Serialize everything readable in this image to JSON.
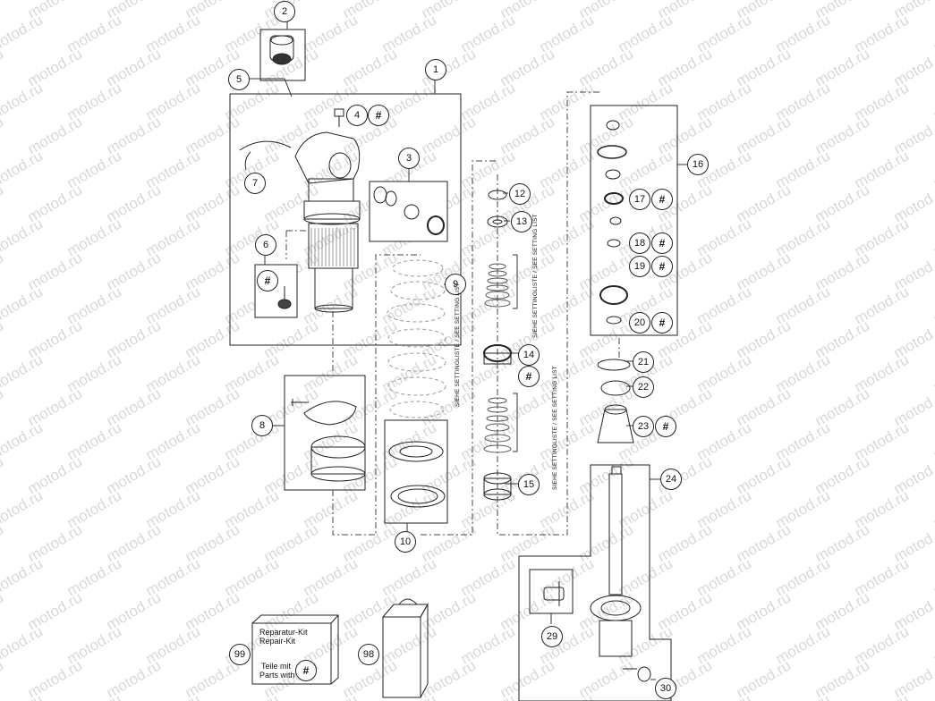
{
  "watermark": "motod.ru",
  "callouts": {
    "c1": "1",
    "c2": "2",
    "c3": "3",
    "c4": "4",
    "c5": "5",
    "c6": "6",
    "c7": "7",
    "c8": "8",
    "c9": "9",
    "c10": "10",
    "c12": "12",
    "c13": "13",
    "c14": "14",
    "c15": "15",
    "c16": "16",
    "c17": "17",
    "c18": "18",
    "c19": "19",
    "c20": "20",
    "c21": "21",
    "c22": "22",
    "c23": "23",
    "c24": "24",
    "c29": "29",
    "c30": "30",
    "c98": "98",
    "c99": "99"
  },
  "hash_mark": "#",
  "setting_list_label": "SIEHE SETTINGLISTE / SEE SETTING LIST",
  "repair_kit": {
    "de": "Reparatur-Kit",
    "en": "Repair-Kit",
    "parts_de": "Teile mit",
    "parts_en": "Parts with"
  }
}
